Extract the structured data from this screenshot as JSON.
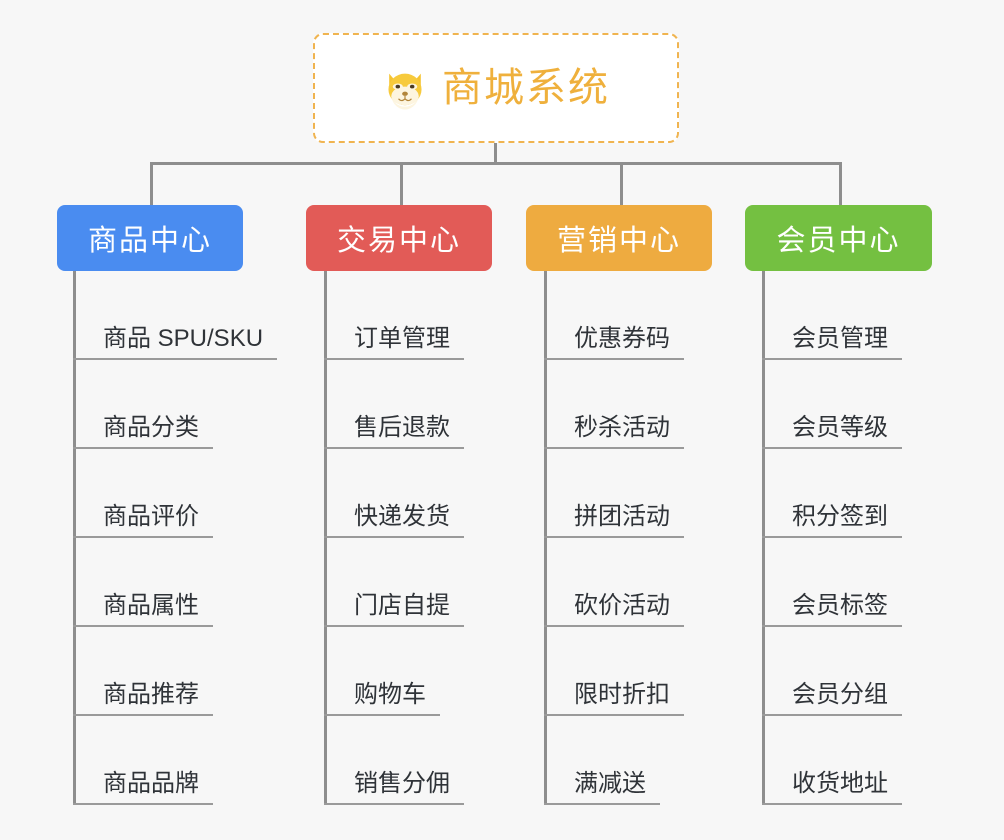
{
  "diagram": {
    "background_color": "#f7f7f7",
    "connector_color": "#8e8e8e",
    "leaf_text_color": "#2f3338"
  },
  "root": {
    "title": "商城系统",
    "icon": "dog-face-icon",
    "text_color": "#efb03c",
    "border_color": "#f0b450",
    "background_color": "#ffffff"
  },
  "columns": [
    {
      "header": "商品中心",
      "color": "#4a8cf0",
      "items": [
        "商品 SPU/SKU",
        "商品分类",
        "商品评价",
        "商品属性",
        "商品推荐",
        "商品品牌"
      ]
    },
    {
      "header": "交易中心",
      "color": "#e25b57",
      "items": [
        "订单管理",
        "售后退款",
        "快递发货",
        "门店自提",
        "购物车",
        "销售分佣"
      ]
    },
    {
      "header": "营销中心",
      "color": "#eeab40",
      "items": [
        "优惠券码",
        "秒杀活动",
        "拼团活动",
        "砍价活动",
        "限时折扣",
        "满减送"
      ]
    },
    {
      "header": "会员中心",
      "color": "#74c041",
      "items": [
        "会员管理",
        "会员等级",
        "积分签到",
        "会员标签",
        "会员分组",
        "收货地址"
      ]
    }
  ]
}
